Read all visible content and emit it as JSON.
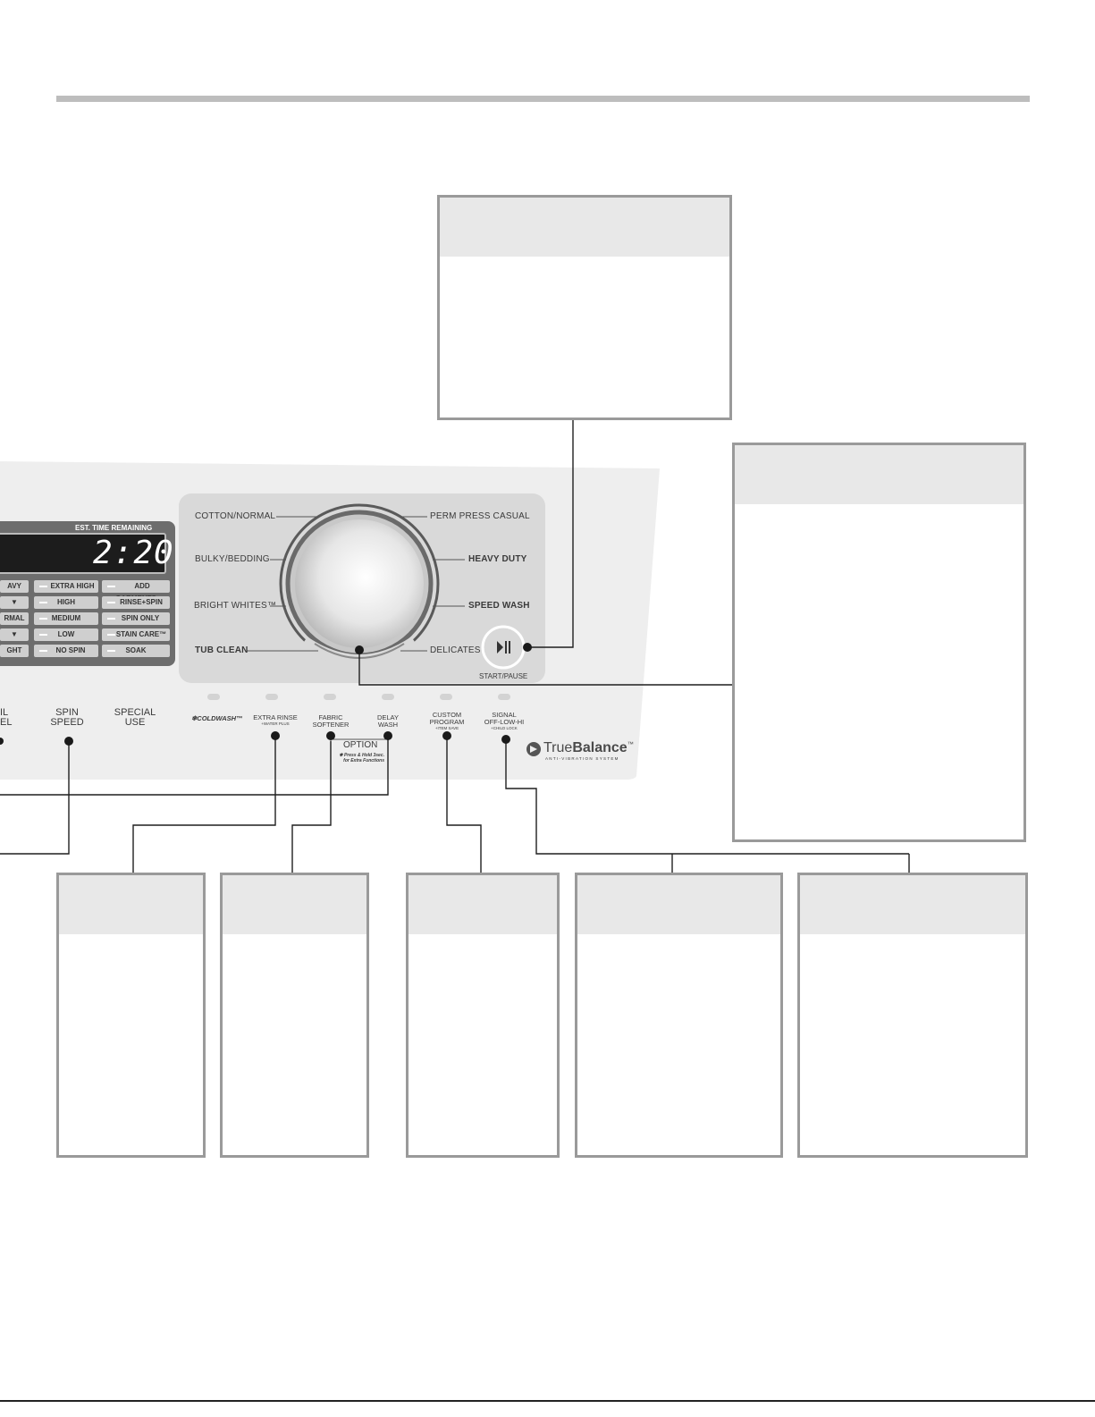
{
  "display": {
    "est_time_label": "EST. TIME REMAINING",
    "time": "2:20",
    "soil_column": [
      "AVY",
      "▼",
      "RMAL",
      "▼",
      "GHT"
    ],
    "spin_column": [
      "EXTRA HIGH",
      "HIGH",
      "MEDIUM",
      "LOW",
      "NO SPIN"
    ],
    "special_column": [
      "ADD GARMENTS",
      "RINSE+SPIN",
      "SPIN ONLY",
      "STAIN CARE™",
      "SOAK"
    ]
  },
  "cycles": {
    "left": [
      "COTTON/NORMAL",
      "BULKY/BEDDING",
      "BRIGHT WHITES™",
      "TUB CLEAN"
    ],
    "right": [
      "PERM PRESS CASUAL",
      "HEAVY DUTY",
      "SPEED WASH",
      "DELICATES"
    ]
  },
  "start_pause": {
    "label": "START/PAUSE",
    "icon": "play-pause-icon"
  },
  "panel_buttons": {
    "soil_level": [
      "IL",
      "EL"
    ],
    "spin_speed": [
      "SPIN",
      "SPEED"
    ],
    "special_use": [
      "SPECIAL",
      "USE"
    ]
  },
  "option_buttons": [
    {
      "line1": "COLDWASH™",
      "line2": "",
      "sub": ""
    },
    {
      "line1": "EXTRA RINSE",
      "line2": "",
      "sub": "+WATER PLUS"
    },
    {
      "line1": "FABRIC",
      "line2": "SOFTENER",
      "sub": ""
    },
    {
      "line1": "DELAY",
      "line2": "WASH",
      "sub": ""
    },
    {
      "line1": "CUSTOM",
      "line2": "PROGRAM",
      "sub": "+ITEM SAVE"
    },
    {
      "line1": "SIGNAL",
      "line2": "OFF-LOW-HI",
      "sub": "+CHILD LOCK"
    }
  ],
  "option_group": {
    "label": "OPTION",
    "note_line1": "✱ Press & Hold 3sec.",
    "note_line2": "for Extra Functions"
  },
  "brand": {
    "name_light": "True",
    "name_bold": "Balance",
    "tm": "™",
    "tagline": "ANTI-VIBRATION SYSTEM"
  },
  "colors": {
    "panel": "#eeeeee",
    "inner_panel": "#d9d9d9",
    "callout_border": "#9a9a9a",
    "callout_head": "#e8e8e8",
    "line": "#222222"
  }
}
